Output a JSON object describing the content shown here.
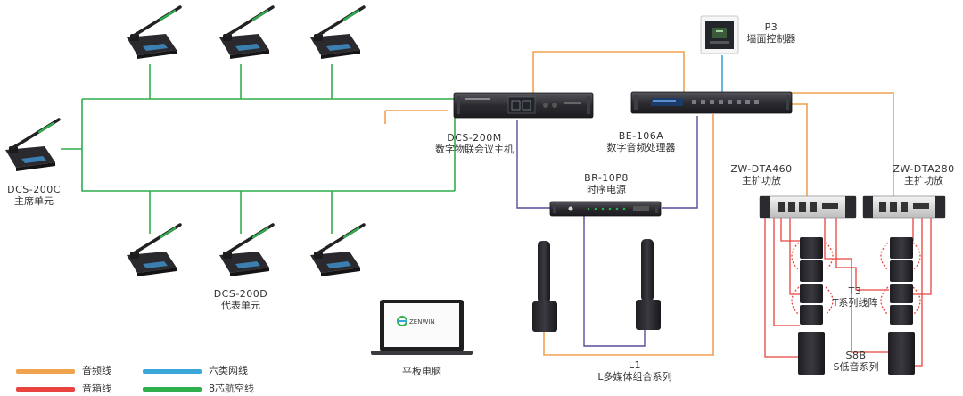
{
  "colors": {
    "audio": "#f0a24e",
    "speaker": "#e8433e",
    "network": "#3aa7d8",
    "aviation": "#2fae4e",
    "control": "#5b4a9a",
    "device_dark": "#2b2b2f",
    "device_mid": "#4a4a50"
  },
  "devices": {
    "dcs200c": {
      "code": "DCS-200C",
      "name": "主席单元"
    },
    "dcs200d": {
      "code": "DCS-200D",
      "name": "代表单元"
    },
    "dcs200m": {
      "code": "DCS-200M",
      "name": "数字物联会议主机"
    },
    "be106a": {
      "code": "BE-106A",
      "name": "数字音频处理器"
    },
    "p3": {
      "code": "P3",
      "name": "墙面控制器"
    },
    "br10p8": {
      "code": "BR-10P8",
      "name": "时序电源"
    },
    "dta460": {
      "code": "ZW-DTA460",
      "name": "主扩功放"
    },
    "dta280": {
      "code": "ZW-DTA280",
      "name": "主扩功放"
    },
    "tablet": {
      "name": "平板电脑",
      "screen_text": "ZENWIN"
    },
    "l1": {
      "code": "L1",
      "name": "L多媒体组合系列"
    },
    "t3": {
      "code": "T3",
      "name": "T系列线阵"
    },
    "s8b": {
      "code": "S8B",
      "name": "S低音系列"
    }
  },
  "legend": [
    {
      "label": "音频线",
      "color_key": "audio",
      "icon": "orange-line"
    },
    {
      "label": "六类网线",
      "color_key": "network",
      "icon": "blue-line"
    },
    {
      "label": "音箱线",
      "color_key": "speaker",
      "icon": "red-line"
    },
    {
      "label": "8芯航空线",
      "color_key": "aviation",
      "icon": "green-line"
    }
  ]
}
